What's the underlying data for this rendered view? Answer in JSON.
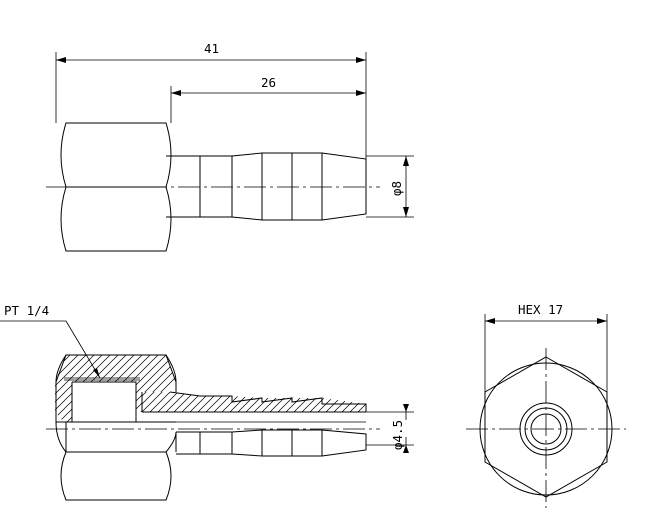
{
  "dimensions": {
    "overall_length": "41",
    "barb_length": "26",
    "outer_diameter": "φ8",
    "inner_diameter": "φ4.5",
    "hex_size": "HEX 17",
    "thread": "PT 1/4"
  }
}
